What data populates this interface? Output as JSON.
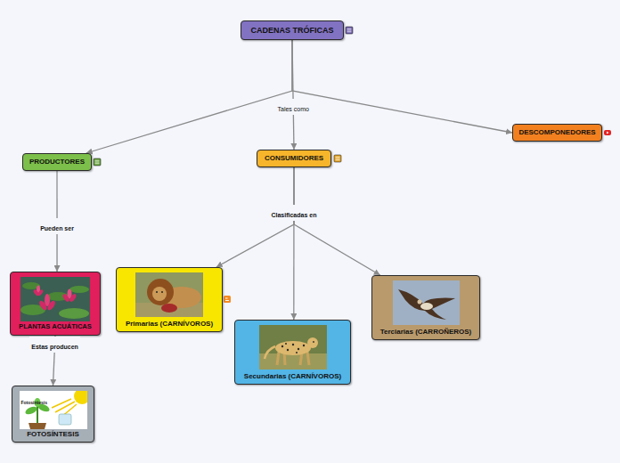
{
  "diagram": {
    "nodes": [
      {
        "text": [
          "CADENAS TRÓFICAS"
        ]
      },
      {
        "text": [
          "PRODUCTORES"
        ]
      },
      {
        "text": [
          "CONSUMIDORES"
        ]
      },
      {
        "text": [
          "DESCOMPONEDORES"
        ]
      },
      {
        "text": [
          "PLANTAS ACUÁTICAS"
        ]
      },
      {
        "text": [
          "Primarias (CARNÍVOROS)"
        ]
      },
      {
        "text": [
          "Terciarias (CARROÑEROS)"
        ]
      },
      {
        "text": [
          "Secundarias (CARNÍVOROS)"
        ]
      },
      {
        "text": [
          "FOTOSÍNTESIS"
        ]
      }
    ],
    "edges": [
      {
        "from": 0,
        "to": 1,
        "arrow": "to"
      },
      {
        "from": 0,
        "to": 2,
        "label": "Tales como",
        "arrow": "to"
      },
      {
        "from": 0,
        "to": 3,
        "arrow": "to"
      },
      {
        "from": 1,
        "to": 4,
        "label": "Pueden ser",
        "arrow": "to"
      },
      {
        "from": 2,
        "to": 5,
        "arrow": "to"
      },
      {
        "from": 2,
        "to": 7,
        "label": "Clasificadas en",
        "arrow": "to"
      },
      {
        "from": 2,
        "to": 6,
        "arrow": "to"
      },
      {
        "from": 4,
        "to": 8,
        "label": "Estas producen",
        "arrow": "to"
      }
    ],
    "labels": [
      "Fotosíntesis"
    ]
  }
}
